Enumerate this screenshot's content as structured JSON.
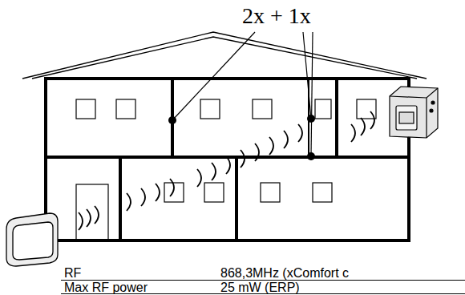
{
  "diagram": {
    "labels": [
      "2x + 1x",
      "RF",
      "868,3MHz (xComfort c",
      "Max RF power",
      "25 mW (ERP)"
    ]
  }
}
